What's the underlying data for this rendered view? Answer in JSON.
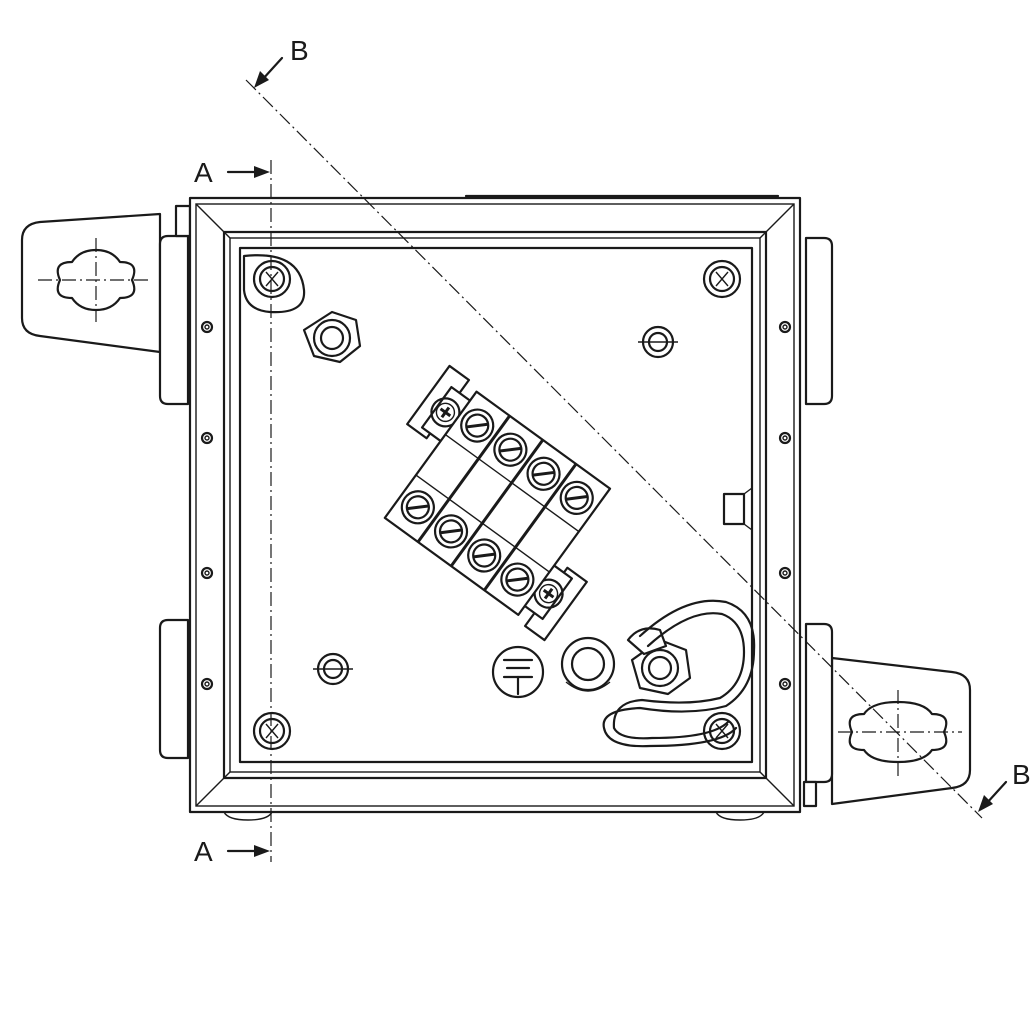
{
  "section_labels": {
    "a_top": "A",
    "a_bottom": "A",
    "b_top": "B",
    "b_bottom": "B"
  },
  "icons": {
    "ground": "ground-symbol-icon",
    "keyhole": "keyhole-mount-icon"
  }
}
